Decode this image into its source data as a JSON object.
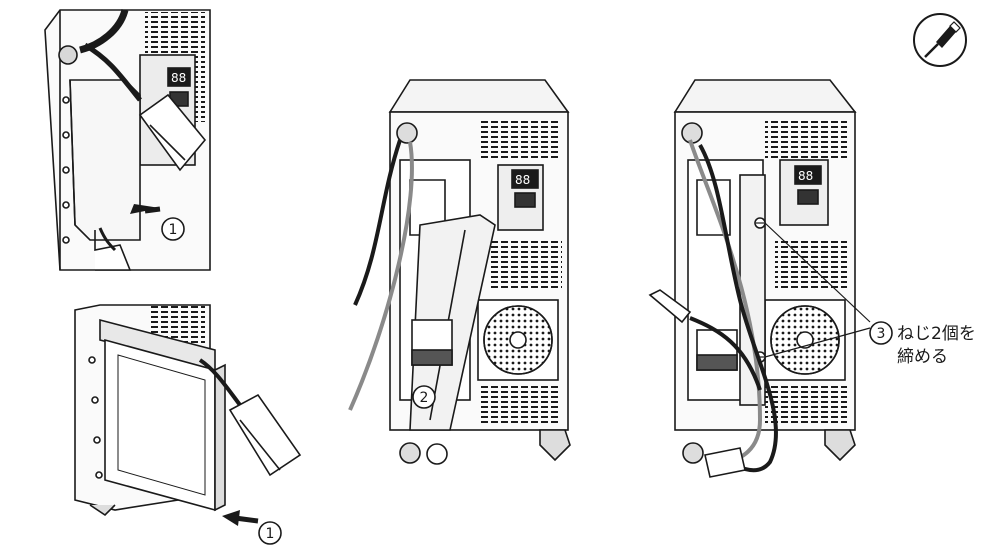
{
  "steps": [
    {
      "num": "1",
      "caption": ""
    },
    {
      "num": "2",
      "caption": ""
    },
    {
      "num": "3",
      "caption_line1": "ねじ2個を",
      "caption_line2": "締める"
    }
  ],
  "display": {
    "readout": "88"
  },
  "icons": {
    "tool": "screwdriver-icon"
  },
  "colors": {
    "ink": "#1a1a1a",
    "cable_gray": "#8a8a8a",
    "panel_fill": "#f4f4f4"
  }
}
